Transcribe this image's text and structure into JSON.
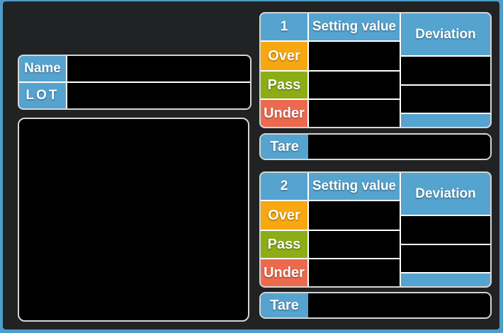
{
  "theme": {
    "frame_blue": "#4E9DC9",
    "label_blue": "#55A3CF",
    "over_orange": "#F7A70F",
    "pass_green": "#8CAD15",
    "under_red": "#EB6A4E",
    "background": "#212224",
    "cell_black": "#000000",
    "divider_white": "#FFFFFF",
    "border_light": "#D6D6D6"
  },
  "product_info": {
    "name": {
      "label": "Name",
      "value": ""
    },
    "lot": {
      "label": "LOT",
      "value": ""
    }
  },
  "main_display": {
    "value": ""
  },
  "panels": [
    {
      "id": "1",
      "columns": {
        "setting_value": "Setting value",
        "deviation": "Deviation"
      },
      "limits": [
        {
          "label": "Over",
          "setting_value": ""
        },
        {
          "label": "Pass",
          "setting_value": ""
        },
        {
          "label": "Under",
          "setting_value": ""
        }
      ],
      "deviations": {
        "upper": "",
        "lower": ""
      },
      "tare": {
        "label": "Tare",
        "value": ""
      }
    },
    {
      "id": "2",
      "columns": {
        "setting_value": "Setting value",
        "deviation": "Deviation"
      },
      "limits": [
        {
          "label": "Over",
          "setting_value": ""
        },
        {
          "label": "Pass",
          "setting_value": ""
        },
        {
          "label": "Under",
          "setting_value": ""
        }
      ],
      "deviations": {
        "upper": "",
        "lower": ""
      },
      "tare": {
        "label": "Tare",
        "value": ""
      }
    }
  ]
}
